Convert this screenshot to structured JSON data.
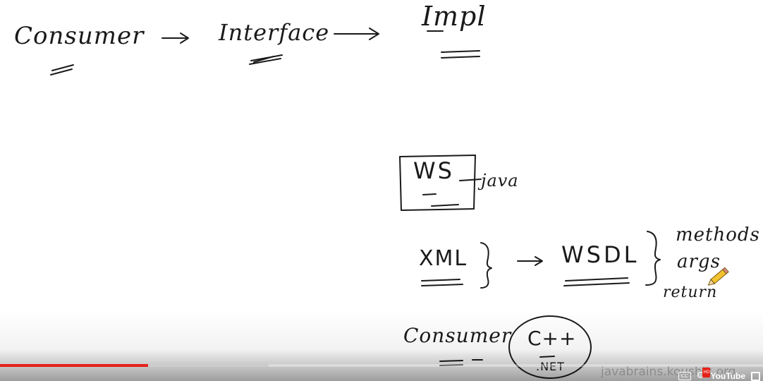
{
  "whiteboard": {
    "top_row": {
      "consumer": "Consumer",
      "interface": "Interface",
      "impl": "Impl"
    },
    "ws_box": {
      "ws": "WS",
      "java": "java"
    },
    "xml_row": {
      "xml": "XML",
      "wsdl": "WSDL",
      "items": [
        "methods",
        "args",
        "return"
      ]
    },
    "bottom_row": {
      "consumer": "Consumer",
      "cpp": "C++",
      "net": ".NET"
    }
  },
  "watermark": "javabrains.koushik.org",
  "player": {
    "played_fraction": 0.194,
    "buffered_fraction": 0.352,
    "progress_color": "#e62117",
    "cc_label": "CC",
    "hd_label": "HD",
    "logo_text": "YouTube",
    "icons": [
      "cc-icon",
      "gear-icon",
      "youtube-logo",
      "fullscreen-icon"
    ]
  }
}
